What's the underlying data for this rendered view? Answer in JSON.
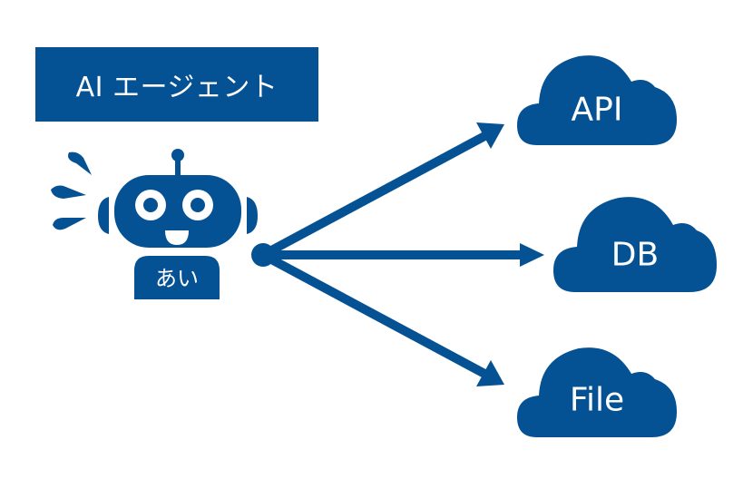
{
  "colors": {
    "primary": "#045194",
    "background": "#ffffff",
    "text_on_primary": "#ffffff"
  },
  "title": {
    "label": "AI エージェント"
  },
  "agent": {
    "name": "あい",
    "icon": "robot-icon"
  },
  "targets": [
    {
      "label": "API",
      "icon": "cloud-icon"
    },
    {
      "label": "DB",
      "icon": "cloud-icon"
    },
    {
      "label": "File",
      "icon": "cloud-icon"
    }
  ]
}
